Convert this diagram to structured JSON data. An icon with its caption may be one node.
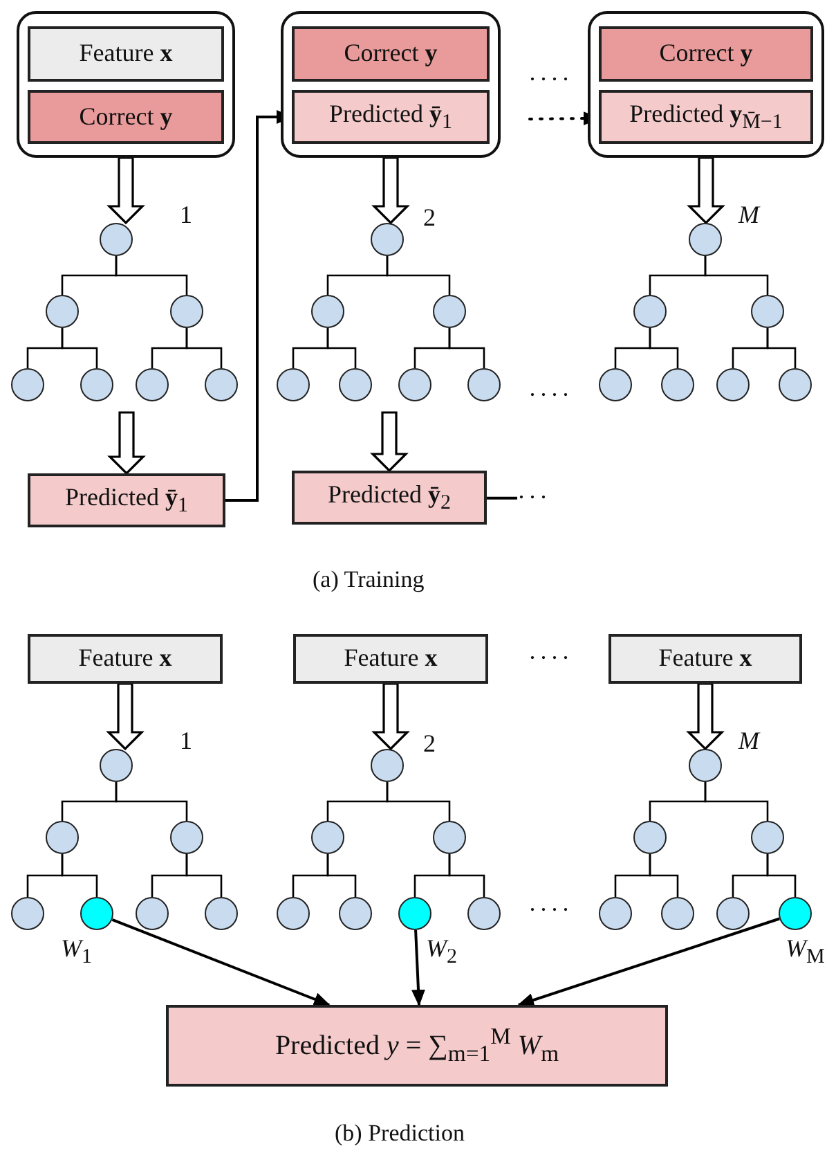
{
  "diagram": {
    "nodes": [
      {
        "text": [],
        "shape": "box"
      },
      {
        "text": [
          "Feature **x**"
        ],
        "in": 0
      },
      {
        "text": [
          "Correct **y**"
        ],
        "in": 0
      },
      {
        "text": [],
        "shape": "box"
      },
      {
        "text": [
          "Correct **y**"
        ],
        "in": 3
      },
      {
        "text": [
          "Predicted **ȳ**$_{1}$"
        ],
        "in": 3
      },
      {
        "text": [],
        "shape": "box"
      },
      {
        "text": [
          "Correct **y**"
        ],
        "in": 6
      },
      {
        "text": [
          "Predicted **y**$_{M̄−1}$"
        ],
        "in": 6
      },
      {
        "text": [],
        "shape": "circle",
        "beside": [
          "1"
        ]
      },
      {
        "text": [],
        "shape": "circle"
      },
      {
        "text": [],
        "shape": "circle"
      },
      {
        "text": [],
        "shape": "circle"
      },
      {
        "text": [],
        "shape": "circle"
      },
      {
        "text": [],
        "shape": "circle"
      },
      {
        "text": [],
        "shape": "circle"
      },
      {
        "text": [],
        "shape": "circle",
        "beside": [
          "2"
        ]
      },
      {
        "text": [],
        "shape": "circle"
      },
      {
        "text": [],
        "shape": "circle"
      },
      {
        "text": [],
        "shape": "circle"
      },
      {
        "text": [],
        "shape": "circle"
      },
      {
        "text": [],
        "shape": "circle"
      },
      {
        "text": [],
        "shape": "circle"
      },
      {
        "text": [],
        "shape": "circle",
        "beside": [
          "*M*"
        ]
      },
      {
        "text": [],
        "shape": "circle"
      },
      {
        "text": [],
        "shape": "circle"
      },
      {
        "text": [],
        "shape": "circle"
      },
      {
        "text": [],
        "shape": "circle"
      },
      {
        "text": [],
        "shape": "circle"
      },
      {
        "text": [],
        "shape": "circle"
      },
      {
        "text": [
          "Predicted **ȳ**$_{1}$"
        ]
      },
      {
        "text": [
          "Predicted **ȳ**$_{2}$"
        ]
      },
      {
        "text": [
          "Feature **x**"
        ]
      },
      {
        "text": [
          "Feature **x**"
        ]
      },
      {
        "text": [
          "Feature **x**"
        ]
      },
      {
        "text": [],
        "shape": "circle",
        "beside": [
          "1"
        ]
      },
      {
        "text": [],
        "shape": "circle"
      },
      {
        "text": [],
        "shape": "circle"
      },
      {
        "text": [],
        "shape": "circle"
      },
      {
        "text": [],
        "shape": "circle",
        "beside": [
          "*W*$_{1}$"
        ]
      },
      {
        "text": [],
        "shape": "circle"
      },
      {
        "text": [],
        "shape": "circle"
      },
      {
        "text": [],
        "shape": "circle",
        "beside": [
          "2"
        ]
      },
      {
        "text": [],
        "shape": "circle"
      },
      {
        "text": [],
        "shape": "circle"
      },
      {
        "text": [],
        "shape": "circle"
      },
      {
        "text": [],
        "shape": "circle"
      },
      {
        "text": [],
        "shape": "circle",
        "beside": [
          "*W*$_{2}$"
        ]
      },
      {
        "text": [],
        "shape": "circle"
      },
      {
        "text": [],
        "shape": "circle",
        "beside": [
          "*M*"
        ]
      },
      {
        "text": [],
        "shape": "circle"
      },
      {
        "text": [],
        "shape": "circle"
      },
      {
        "text": [],
        "shape": "circle"
      },
      {
        "text": [],
        "shape": "circle"
      },
      {
        "text": [],
        "shape": "circle"
      },
      {
        "text": [],
        "shape": "circle",
        "beside": [
          "*W*$_{M}$"
        ]
      },
      {
        "text": [
          "Predicted *y* = ∑$_{m=1}$$^{M}$ *W*$_{m}$"
        ]
      },
      {
        "text": [
          "···"
        ]
      }
    ],
    "edges": [
      {
        "from": 0,
        "to": 9,
        "arrow": "to",
        "style": "thick"
      },
      {
        "from": 3,
        "to": 16,
        "arrow": "to",
        "style": "thick"
      },
      {
        "from": 6,
        "to": 23,
        "arrow": "to",
        "style": "thick"
      },
      {
        "from": 9,
        "to": 10,
        "arrow": "none"
      },
      {
        "from": 9,
        "to": 11,
        "arrow": "none"
      },
      {
        "from": 10,
        "to": 12,
        "arrow": "none"
      },
      {
        "from": 10,
        "to": 13,
        "arrow": "none"
      },
      {
        "from": 11,
        "to": 14,
        "arrow": "none"
      },
      {
        "from": 11,
        "to": 15,
        "arrow": "none"
      },
      {
        "from": 16,
        "to": 17,
        "arrow": "none"
      },
      {
        "from": 16,
        "to": 18,
        "arrow": "none"
      },
      {
        "from": 17,
        "to": 19,
        "arrow": "none"
      },
      {
        "from": 17,
        "to": 20,
        "arrow": "none"
      },
      {
        "from": 18,
        "to": 21,
        "arrow": "none"
      },
      {
        "from": 18,
        "to": 22,
        "arrow": "none"
      },
      {
        "from": 23,
        "to": 24,
        "arrow": "none"
      },
      {
        "from": 23,
        "to": 25,
        "arrow": "none"
      },
      {
        "from": 24,
        "to": 26,
        "arrow": "none"
      },
      {
        "from": 24,
        "to": 27,
        "arrow": "none"
      },
      {
        "from": 25,
        "to": 28,
        "arrow": "none"
      },
      {
        "from": 25,
        "to": 29,
        "arrow": "none"
      },
      {
        "from": null,
        "to": 30,
        "arrow": "to",
        "style": "thick"
      },
      {
        "from": null,
        "to": 31,
        "arrow": "to",
        "style": "thick"
      },
      {
        "from": 30,
        "to": 5,
        "arrow": "to"
      },
      {
        "from": 31,
        "to": 57,
        "arrow": "none"
      },
      {
        "from": null,
        "to": 8,
        "arrow": "to",
        "style": "dashed"
      },
      {
        "from": 32,
        "to": 35,
        "arrow": "to",
        "style": "thick"
      },
      {
        "from": 33,
        "to": 42,
        "arrow": "to",
        "style": "thick"
      },
      {
        "from": 34,
        "to": 49,
        "arrow": "to",
        "style": "thick"
      },
      {
        "from": 35,
        "to": 36,
        "arrow": "none"
      },
      {
        "from": 35,
        "to": 37,
        "arrow": "none"
      },
      {
        "from": 36,
        "to": 38,
        "arrow": "none"
      },
      {
        "from": 36,
        "to": 39,
        "arrow": "none"
      },
      {
        "from": 37,
        "to": 40,
        "arrow": "none"
      },
      {
        "from": 37,
        "to": 41,
        "arrow": "none"
      },
      {
        "from": 42,
        "to": 43,
        "arrow": "none"
      },
      {
        "from": 42,
        "to": 44,
        "arrow": "none"
      },
      {
        "from": 43,
        "to": 45,
        "arrow": "none"
      },
      {
        "from": 43,
        "to": 46,
        "arrow": "none"
      },
      {
        "from": 44,
        "to": 47,
        "arrow": "none"
      },
      {
        "from": 44,
        "to": 48,
        "arrow": "none"
      },
      {
        "from": 49,
        "to": 50,
        "arrow": "none"
      },
      {
        "from": 49,
        "to": 51,
        "arrow": "none"
      },
      {
        "from": 50,
        "to": 52,
        "arrow": "none"
      },
      {
        "from": 50,
        "to": 53,
        "arrow": "none"
      },
      {
        "from": 51,
        "to": 54,
        "arrow": "none"
      },
      {
        "from": 51,
        "to": 55,
        "arrow": "none"
      },
      {
        "from": 39,
        "to": 56,
        "arrow": "to"
      },
      {
        "from": 47,
        "to": 56,
        "arrow": "to"
      },
      {
        "from": 55,
        "to": 56,
        "arrow": "to"
      }
    ],
    "labels": [
      "····",
      "····",
      "(a) Training",
      "····",
      "····",
      "(b) Prediction"
    ]
  }
}
